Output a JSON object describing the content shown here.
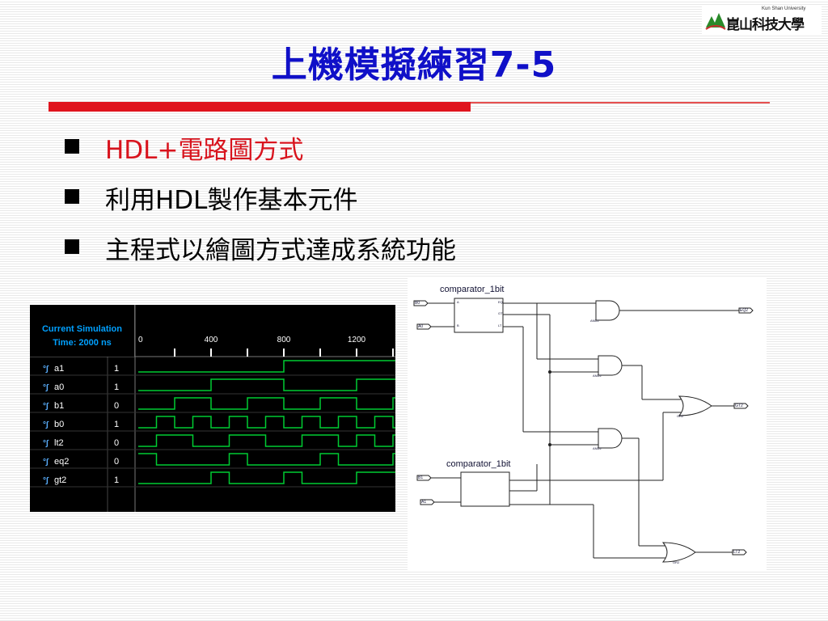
{
  "logo": {
    "english": "Kun Shan University",
    "chinese": "崑山科技大學"
  },
  "slide": {
    "title_zh": "上機模擬練習",
    "title_num": "7-5"
  },
  "bullets": [
    {
      "prefix": "HDL+",
      "text": "電路圖方式"
    },
    {
      "prefix": "利用",
      "text_latin": "HDL",
      "text": "製作基本元件"
    },
    {
      "text": "主程式以繪圖方式達成系統功能"
    }
  ],
  "simulation": {
    "header_line1": "Current Simulation",
    "header_line2": "Time: 2000 ns",
    "time_ticks": [
      "0",
      "400",
      "800",
      "1200"
    ],
    "signals": [
      {
        "name": "a1",
        "value": "1"
      },
      {
        "name": "a0",
        "value": "1"
      },
      {
        "name": "b1",
        "value": "0"
      },
      {
        "name": "b0",
        "value": "1"
      },
      {
        "name": "lt2",
        "value": "0"
      },
      {
        "name": "eq2",
        "value": "0"
      },
      {
        "name": "gt2",
        "value": "1"
      }
    ],
    "signal_icon": "waveform-signal-icon",
    "colors": {
      "background": "#000000",
      "wave": "#00cc33",
      "header_text": "#00a0ff"
    }
  },
  "schematic": {
    "block1_title": "comparator_1bit",
    "block2_title": "comparator_1bit",
    "block_ports": {
      "in_a": "A",
      "in_b": "B",
      "out_eq": "EQ",
      "out_gt": "GT",
      "out_lt": "LT"
    },
    "inputs": [
      "B0",
      "A0",
      "B1",
      "A1"
    ],
    "gates": [
      "AND2",
      "AND2",
      "AND2",
      "OR2",
      "OR2"
    ],
    "outputs": [
      "EQ2",
      "GT2",
      "LT2"
    ]
  }
}
